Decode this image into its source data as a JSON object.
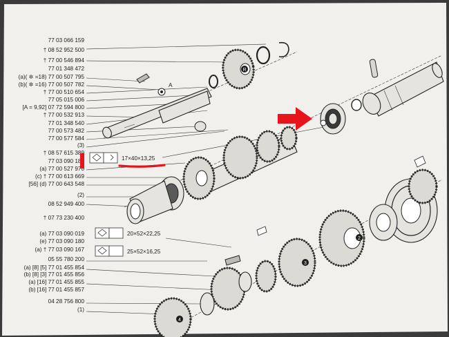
{
  "callouts": [
    {
      "prefix": "",
      "part": "77 03 066 159"
    },
    {
      "prefix": "†",
      "part": "08 52 952 500"
    },
    {
      "prefix": "†",
      "part": "77 00 546 894"
    },
    {
      "prefix": "",
      "part": "77 01 348 472"
    },
    {
      "prefix": "(a)( ✲ =18)",
      "part": "77 00 507 795"
    },
    {
      "prefix": "(b)( ✲ =16)",
      "part": "77 00 507 782"
    },
    {
      "prefix": "†",
      "part": "77 00 510 654"
    },
    {
      "prefix": "",
      "part": "77 05 015 006"
    },
    {
      "prefix": "[A = 9,92]",
      "part": "07 72 594 800"
    },
    {
      "prefix": "†",
      "part": "77 00 532 913"
    },
    {
      "prefix": "",
      "part": "77 01 348 540"
    },
    {
      "prefix": "",
      "part": "77 00 573 482"
    },
    {
      "prefix": "",
      "part": "77 00 577 584"
    },
    {
      "prefix": "",
      "part": "(3)"
    },
    {
      "prefix": "†",
      "part": "08 57 615 389"
    },
    {
      "prefix": "",
      "part": "77 03 090 182"
    },
    {
      "prefix": "(a)",
      "part": "77 00 527 970"
    },
    {
      "prefix": "(c) †",
      "part": "77 00 613 669"
    },
    {
      "prefix": "[56] (d)",
      "part": "77 00 643 548"
    },
    {
      "prefix": "",
      "part": "(2)"
    },
    {
      "prefix": "",
      "part": "08 52 949 400"
    },
    {
      "prefix": "†",
      "part": "07 73 230 400"
    },
    {
      "prefix": "(a)",
      "part": "77 03 090 019"
    },
    {
      "prefix": "(e)",
      "part": "77 03 090 180"
    },
    {
      "prefix": "(a) †",
      "part": "77 03 090 167"
    },
    {
      "prefix": "",
      "part": "05 55 780 200"
    },
    {
      "prefix": "(a) [8] [5]",
      "part": "77 01 455 854"
    },
    {
      "prefix": "(b) [8] [3]",
      "part": "77 01 455 856"
    },
    {
      "prefix": "(a) [16]",
      "part": "77 01 455 855"
    },
    {
      "prefix": "(b) [16]",
      "part": "77 01 455 857"
    },
    {
      "prefix": "",
      "part": "04 28 756 800"
    },
    {
      "prefix": "",
      "part": "(1)"
    }
  ],
  "bearing_sizes": [
    "17×40×13,25",
    "20×52×22,25",
    "25×52×16,25"
  ],
  "gear_marks": [
    "R",
    "2",
    "3",
    "4"
  ],
  "dim_label": "A",
  "colors": {
    "highlight_red": "#e8141c",
    "paper": "#f1f0ec",
    "ink": "#1d1d1d"
  }
}
